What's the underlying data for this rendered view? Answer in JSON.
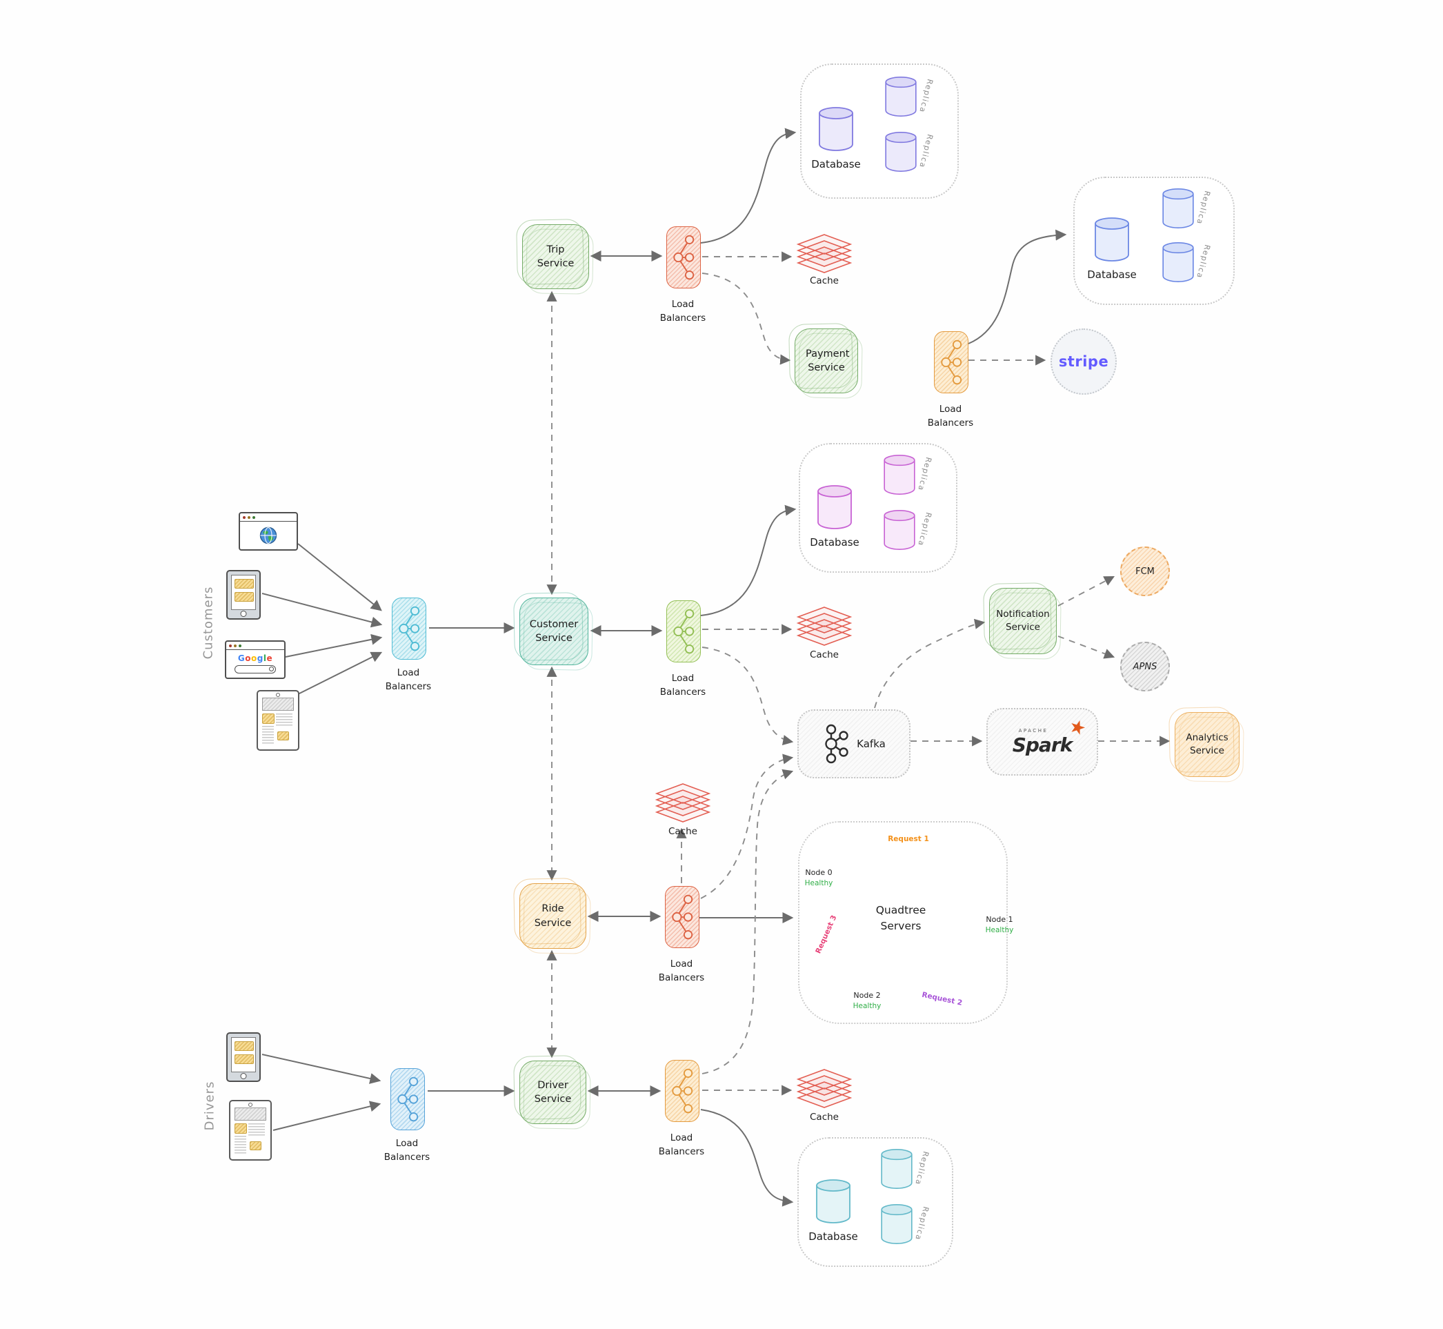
{
  "labels": {
    "customers": "Customers",
    "drivers": "Drivers",
    "load_balancers": "Load Balancers",
    "cache": "Cache",
    "database": "Database",
    "replica": "Replica"
  },
  "services": {
    "trip": "Trip Service",
    "customer": "Customer Service",
    "ride": "Ride Service",
    "driver": "Driver Service",
    "payment": "Payment Service",
    "notification": "Notification Service",
    "analytics": "Analytics Service"
  },
  "external": {
    "stripe": "stripe",
    "fcm": "FCM",
    "apns": "APNS",
    "kafka": "Kafka",
    "spark": "Spark",
    "spark_sub": "APACHE"
  },
  "browser": {
    "google_letters": [
      "G",
      "o",
      "o",
      "g",
      "l",
      "e"
    ]
  },
  "quadtree": {
    "title": "Quadtree Servers",
    "node0": "Node 0",
    "node1": "Node 1",
    "node2": "Node 2",
    "healthy": "Healthy",
    "request1": "Request 1",
    "request2": "Request 2",
    "request3": "Request 3"
  },
  "colors": {
    "stripe_brand": "#635bff",
    "node_healthy": "#3cb54a",
    "request1": "#f39019",
    "request2": "#a855d8",
    "request3": "#e8447a",
    "spark_star": "#e25a1c",
    "cache_red": "#e35e52",
    "google": [
      "#4285f4",
      "#ea4335",
      "#fbbc05",
      "#4285f4",
      "#34a853",
      "#ea4335"
    ]
  }
}
